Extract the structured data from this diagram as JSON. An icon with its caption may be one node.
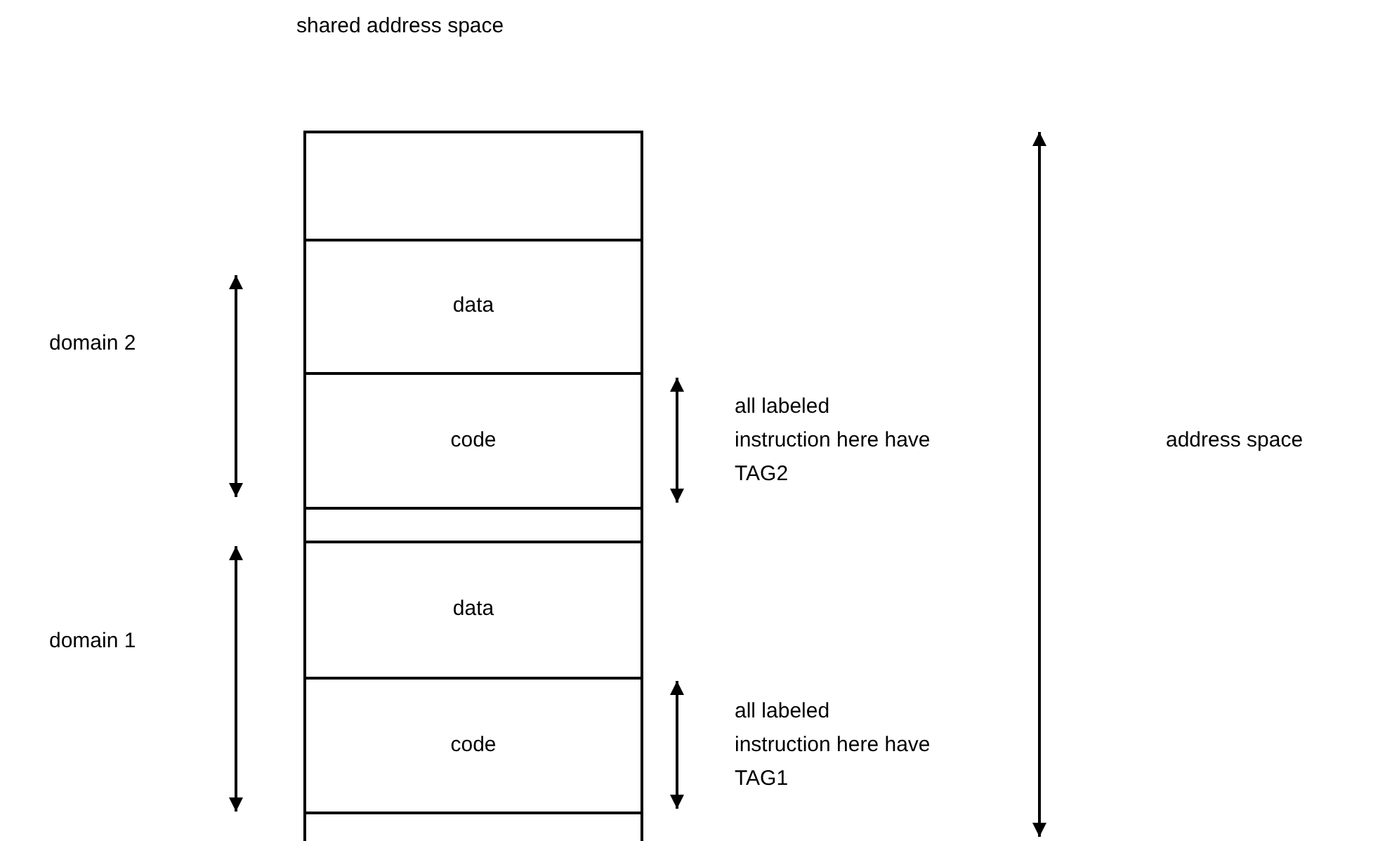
{
  "diagram": {
    "title": "shared address space",
    "nodes": [
      {
        "text": [],
        "shape": "box"
      },
      {
        "text": [
          "data"
        ]
      },
      {
        "text": [
          "code"
        ]
      },
      {
        "text": [],
        "shape": "box"
      },
      {
        "text": [
          "data"
        ]
      },
      {
        "text": [
          "code"
        ]
      },
      {
        "text": [],
        "shape": "box"
      }
    ],
    "labels": [
      "domain 2",
      "all labeled instruction here have TAG2",
      "address space",
      "domain 1",
      "all labeled instruction here have TAG1"
    ]
  }
}
